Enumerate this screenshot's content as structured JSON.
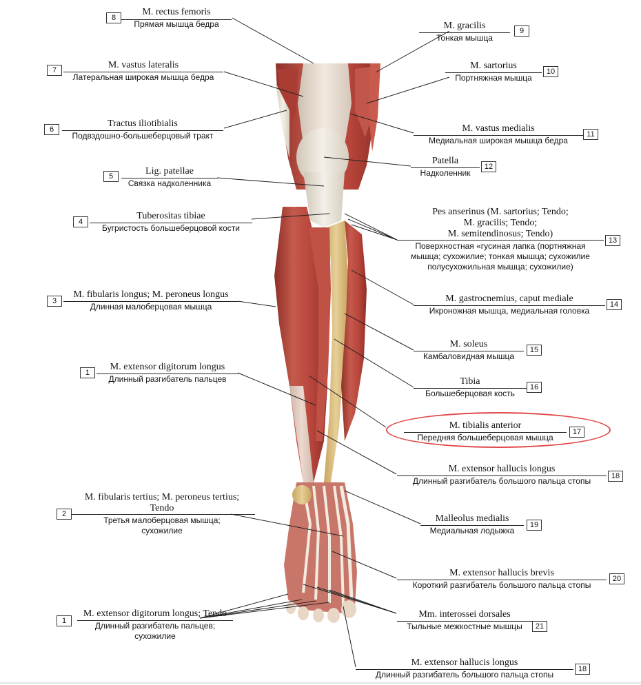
{
  "colors": {
    "muscle": "#b8453b",
    "muscle_dark": "#8e2f28",
    "tendon": "#ece7dc",
    "bone": "#d8ba7a",
    "highlight": "#e04a4a",
    "leader": "#222222"
  },
  "labels": [
    {
      "id": "rectus-femoris",
      "num": "8",
      "lat": "M. rectus femoris",
      "ru": "Прямая мышца бедра"
    },
    {
      "id": "vastus-lateralis",
      "num": "7",
      "lat": "M. vastus lateralis",
      "ru": "Латеральная широкая мышца бедра"
    },
    {
      "id": "tractus-iliotibialis",
      "num": "6",
      "lat": "Tractus iliotibialis",
      "ru": "Подвздошно-большеберцовый тракт"
    },
    {
      "id": "lig-patellae",
      "num": "5",
      "lat": "Lig. patellae",
      "ru": "Связка надколенника"
    },
    {
      "id": "tuberositas-tibiae",
      "num": "4",
      "lat": "Tuberositas tibiae",
      "ru": "Бугристость большеберцовой кости"
    },
    {
      "id": "fibularis-longus",
      "num": "3",
      "lat": "M. fibularis longus; M. peroneus longus",
      "ru": "Длинная малоберцовая мышца"
    },
    {
      "id": "extensor-digitorum-longus",
      "num": "1",
      "lat": "M. extensor digitorum longus",
      "ru": "Длинный разгибатель пальцев"
    },
    {
      "id": "fibularis-tertius",
      "num": "2",
      "lat": "M. fibularis tertius; M. peroneus tertius;",
      "lat2": "Tendo",
      "ru": "Третья малоберцовая мышца;",
      "ru2": "сухожилие"
    },
    {
      "id": "extensor-digitorum-longus-tendo",
      "num": "1",
      "lat": "M. extensor digitorum longus; Tendo",
      "ru": "Длинный разгибатель пальцев;",
      "ru2": "сухожилие"
    },
    {
      "id": "gracilis",
      "num": "9",
      "lat": "M. gracilis",
      "ru": "Тонкая мышца"
    },
    {
      "id": "sartorius",
      "num": "10",
      "lat": "M. sartorius",
      "ru": "Портняжная мышца"
    },
    {
      "id": "vastus-medialis",
      "num": "11",
      "lat": "M. vastus medialis",
      "ru": "Медиальная широкая мышца бедра"
    },
    {
      "id": "patella",
      "num": "12",
      "lat": "Patella",
      "ru": "Надколенник"
    },
    {
      "id": "pes-anserinus",
      "num": "13",
      "lat": "Pes anserinus (M. sartorius; Tendo;",
      "lat2": "M. gracilis; Tendo;",
      "lat3": "M. semitendinosus; Tendo)",
      "ru": "Поверхностная «гусиная лапка (портняжная",
      "ru2": "мышца; сухожилие; тонкая мышца; сухожилие",
      "ru3": "полусухожильная мышца; сухожилие)"
    },
    {
      "id": "gastrocnemius",
      "num": "14",
      "lat": "M. gastrocnemius, caput mediale",
      "ru": "Икроножная мышца, медиальная головка"
    },
    {
      "id": "soleus",
      "num": "15",
      "lat": "M. soleus",
      "ru": "Камбаловидная мышца"
    },
    {
      "id": "tibia",
      "num": "16",
      "lat": "Tibia",
      "ru": "Большеберцовая кость"
    },
    {
      "id": "tibialis-anterior",
      "num": "17",
      "lat": "M. tibialis anterior",
      "ru": "Передняя большеберцовая мышца"
    },
    {
      "id": "extensor-hallucis-longus",
      "num": "18",
      "lat": "M. extensor hallucis longus",
      "ru": "Длинный разгибатель большого пальца стопы"
    },
    {
      "id": "malleolus-medialis",
      "num": "19",
      "lat": "Malleolus medialis",
      "ru": "Медиальная лодыжка"
    },
    {
      "id": "extensor-hallucis-brevis",
      "num": "20",
      "lat": "M. extensor hallucis brevis",
      "ru": "Короткий разгибатель большого пальца стопы"
    },
    {
      "id": "interossei-dorsales",
      "num": "21",
      "lat": "Mm. interossei dorsales",
      "ru": "Тыльные межкостные мышцы"
    },
    {
      "id": "extensor-hallucis-longus-2",
      "num": "18",
      "lat": "M. extensor hallucis longus",
      "ru": "Длинный разгибатель большого пальца стопы"
    }
  ]
}
